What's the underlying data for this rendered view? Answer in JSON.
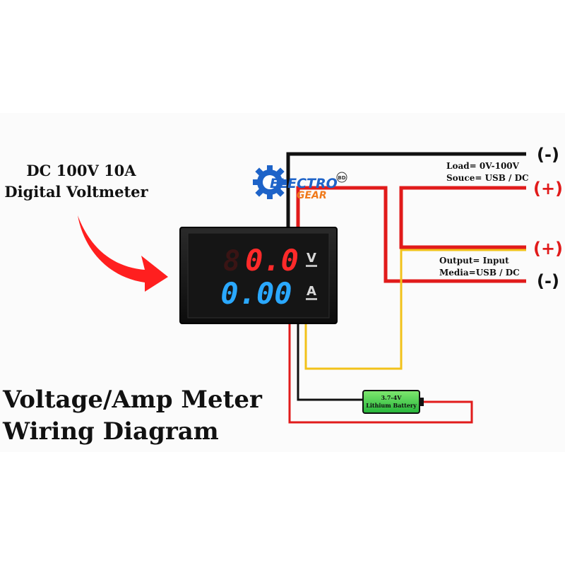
{
  "callout": {
    "line1": "DC 100V 10A",
    "line2": "Digital Voltmeter"
  },
  "title": {
    "line1": "Voltage/Amp Meter",
    "line2": "Wiring Diagram"
  },
  "logo": {
    "word1": "ELECTRO",
    "word2": "GEAR",
    "badge": "BD"
  },
  "meter": {
    "voltage_reading": "0.0",
    "voltage_unused_digit": "8",
    "voltage_unit": "V",
    "current_reading": "0.00",
    "current_unit": "A"
  },
  "load_label": {
    "line1": "Load= 0V-100V",
    "line2": "Souce= USB / DC"
  },
  "output_label": {
    "line1": "Output= Input",
    "line2": "Media=USB / DC"
  },
  "terminals": {
    "load_negative": "(-)",
    "load_positive": "(+)",
    "output_positive": "(+)",
    "output_negative": "(-)"
  },
  "battery": {
    "line1": "3.7-4V",
    "line2": "Lithium Battery"
  },
  "colors": {
    "wire_black": "#111111",
    "wire_red": "#e11b1b",
    "wire_yellow": "#f2c21a",
    "display_red": "#ff2a2a",
    "display_blue": "#2aa8ff",
    "battery_green": "#3fd14a",
    "logo_blue": "#1e63c8",
    "logo_orange": "#f07a1a"
  }
}
